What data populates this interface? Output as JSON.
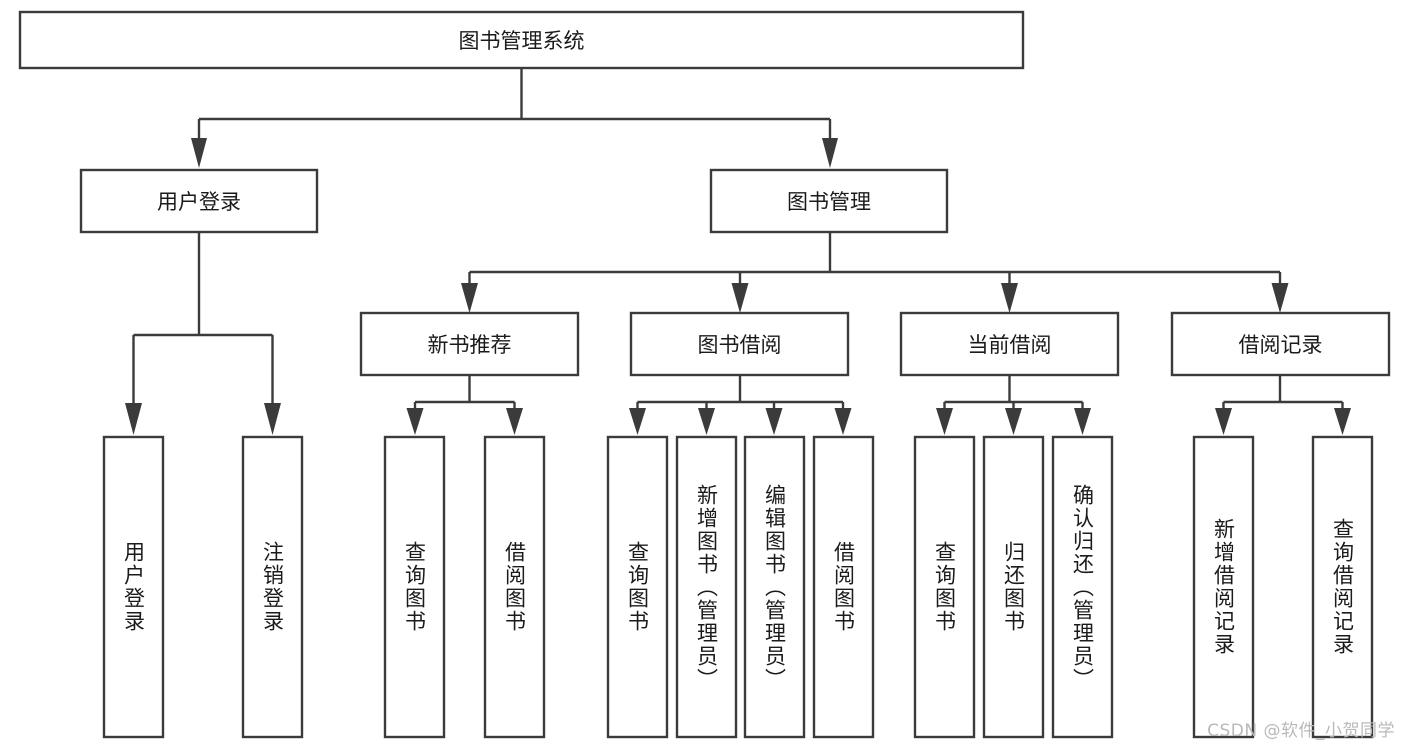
{
  "diagram": {
    "title": "图书管理系统",
    "watermark": "CSDN @软件_小贺同学",
    "colors": {
      "stroke": "#3b3b3b",
      "fill": "#ffffff",
      "text": "#1b1b1b",
      "watermark": "#b9b9b9"
    },
    "levels": {
      "root": {
        "label": "图书管理系统"
      },
      "level2": [
        {
          "label": "用户登录"
        },
        {
          "label": "图书管理"
        }
      ],
      "level3": [
        {
          "label": "新书推荐"
        },
        {
          "label": "图书借阅"
        },
        {
          "label": "当前借阅"
        },
        {
          "label": "借阅记录"
        }
      ],
      "leaves": {
        "user_login": [
          {
            "label": "用户登录"
          },
          {
            "label": "注销登录"
          }
        ],
        "new_book": [
          {
            "label": "查询图书"
          },
          {
            "label": "借阅图书"
          }
        ],
        "book_borrow": [
          {
            "label": "查询图书"
          },
          {
            "label": "新增图书（管理员）"
          },
          {
            "label": "编辑图书（管理员）"
          },
          {
            "label": "借阅图书"
          }
        ],
        "current_borrow": [
          {
            "label": "查询图书"
          },
          {
            "label": "归还图书"
          },
          {
            "label": "确认归还（管理员）"
          }
        ],
        "borrow_record": [
          {
            "label": "新增借阅记录"
          },
          {
            "label": "查询借阅记录"
          }
        ]
      }
    }
  }
}
